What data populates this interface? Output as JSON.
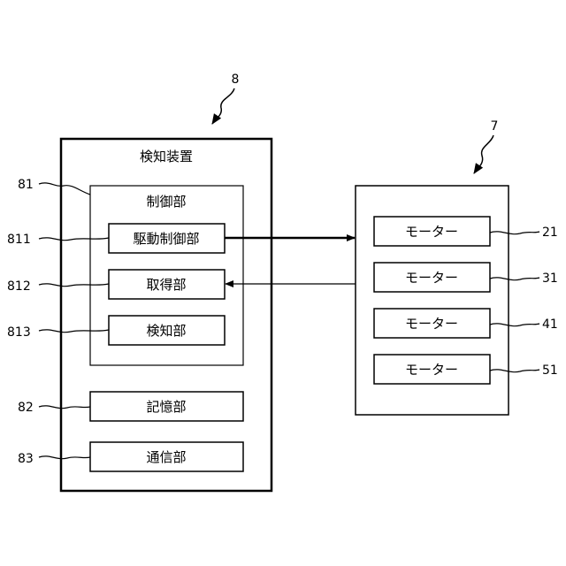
{
  "detection_device": {
    "ref": "8",
    "title": "検知装置",
    "control_unit": {
      "ref": "81",
      "title": "制御部",
      "drive_control": {
        "ref": "811",
        "label": "駆動制御部"
      },
      "acquisition": {
        "ref": "812",
        "label": "取得部"
      },
      "detection": {
        "ref": "813",
        "label": "検知部"
      }
    },
    "storage": {
      "ref": "82",
      "label": "記憶部"
    },
    "communication": {
      "ref": "83",
      "label": "通信部"
    }
  },
  "motor_group": {
    "ref": "7",
    "motors": [
      {
        "ref": "21",
        "label": "モーター"
      },
      {
        "ref": "31",
        "label": "モーター"
      },
      {
        "ref": "41",
        "label": "モーター"
      },
      {
        "ref": "51",
        "label": "モーター"
      }
    ]
  }
}
